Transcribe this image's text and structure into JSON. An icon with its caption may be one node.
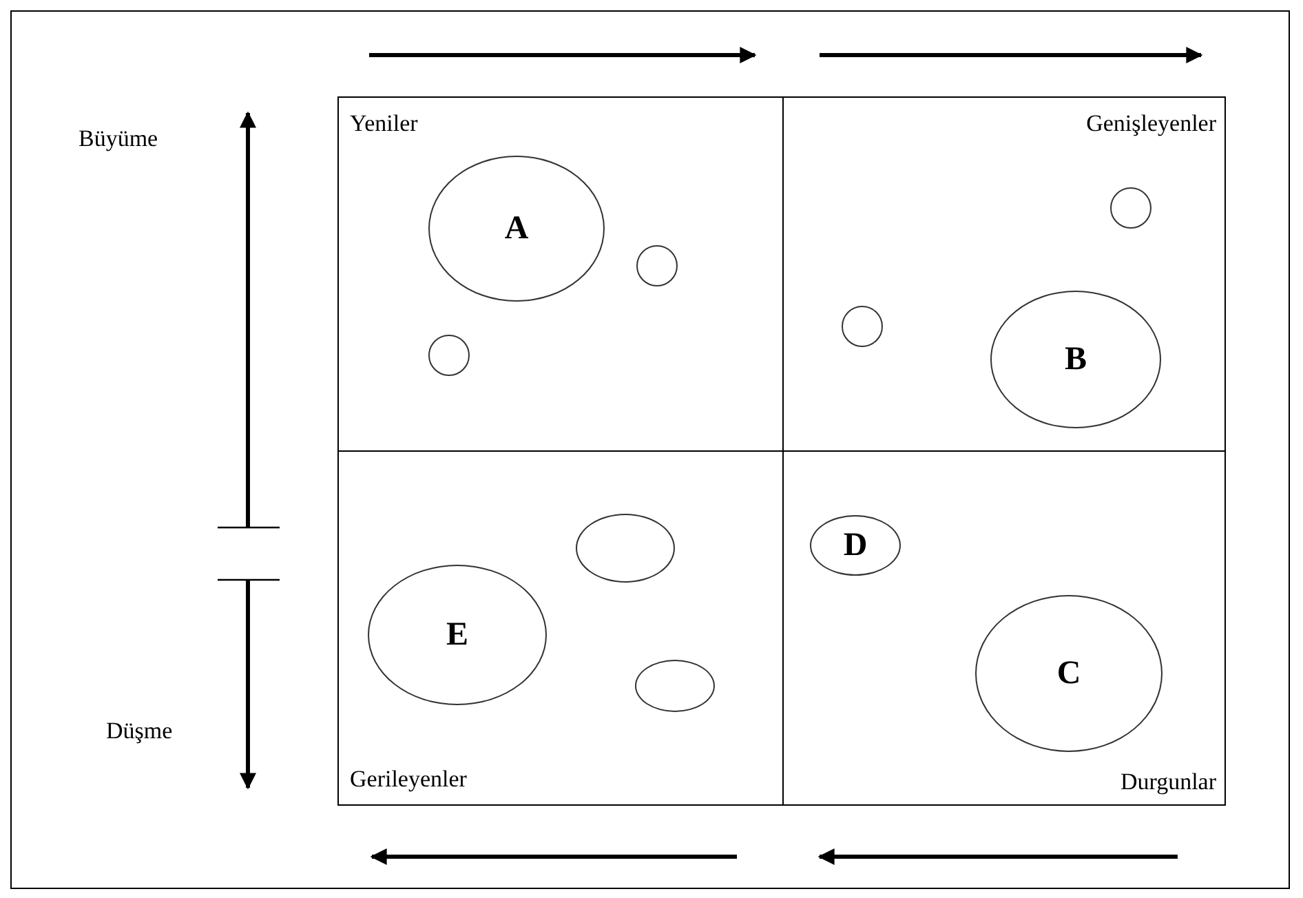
{
  "diagram": {
    "nodes": [
      {
        "text": [
          "Yeniler"
        ]
      },
      {
        "text": [
          "A"
        ],
        "in": 0
      },
      {
        "text": [],
        "shape": "circle",
        "in": 0
      },
      {
        "text": [],
        "shape": "circle",
        "in": 0
      },
      {
        "text": [
          "Genişleyenler"
        ]
      },
      {
        "text": [
          "B"
        ],
        "in": 4
      },
      {
        "text": [],
        "shape": "circle",
        "in": 4
      },
      {
        "text": [],
        "shape": "circle",
        "in": 4
      },
      {
        "text": [
          "Gerileyenler"
        ]
      },
      {
        "text": [
          "E"
        ],
        "in": 8
      },
      {
        "text": [],
        "shape": "circle",
        "in": 8
      },
      {
        "text": [],
        "shape": "circle",
        "in": 8
      },
      {
        "text": [
          "Durgunlar"
        ]
      },
      {
        "text": [
          "D"
        ],
        "in": 12
      },
      {
        "text": [
          "C"
        ],
        "in": 12
      }
    ],
    "edges": [],
    "labels": [
      "Büyüme",
      "Düşme"
    ]
  }
}
